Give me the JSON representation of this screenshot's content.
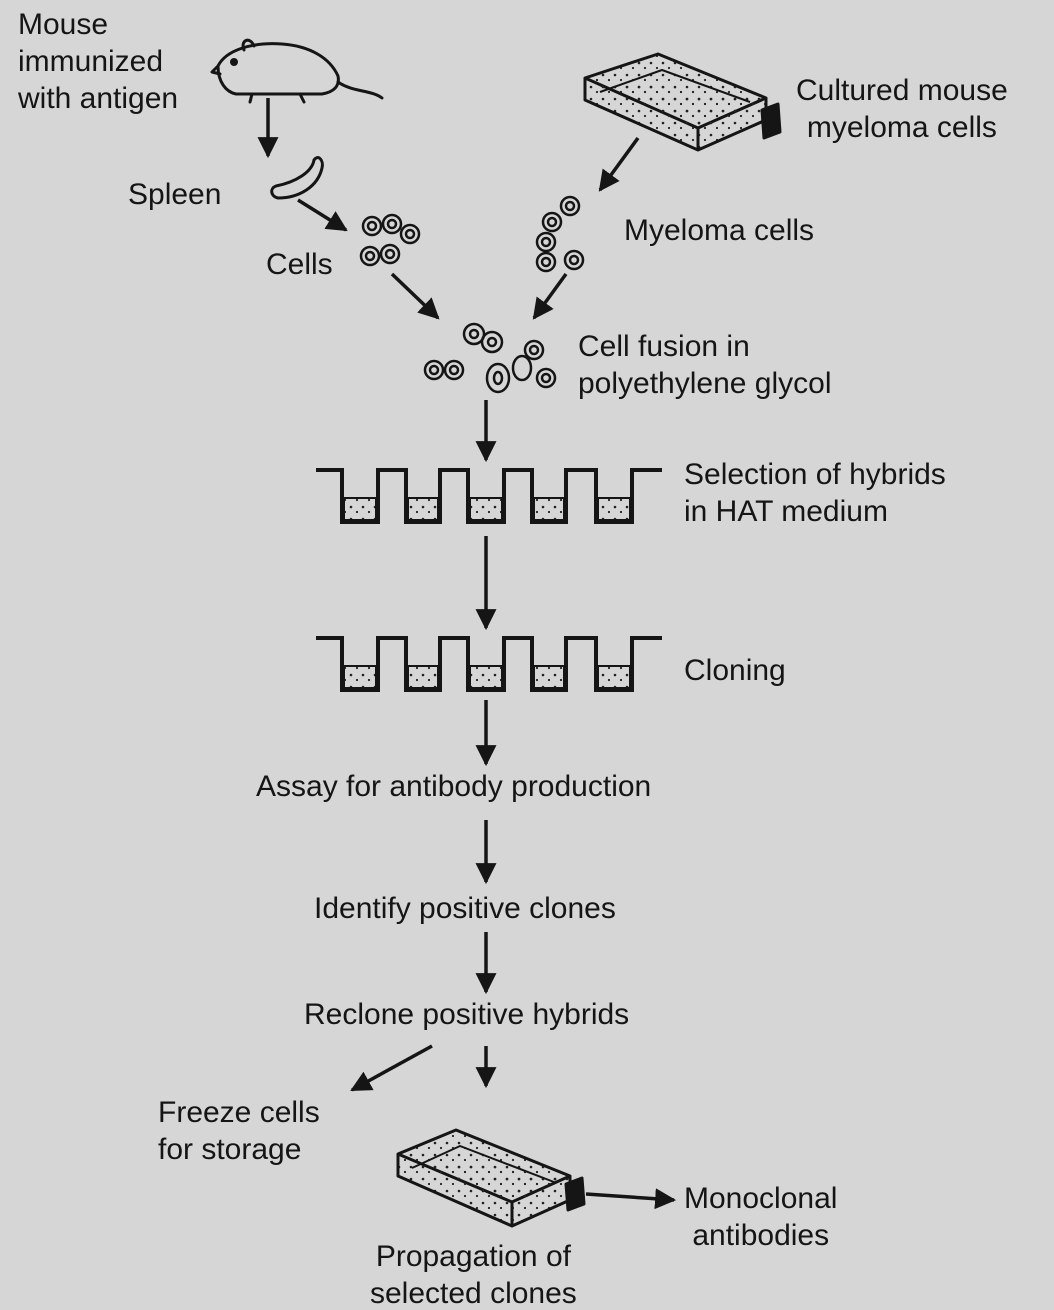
{
  "labels": {
    "mouse": [
      "Mouse",
      "immunized",
      "with antigen"
    ],
    "cultured": [
      "Cultured mouse",
      "myeloma cells"
    ],
    "spleen": "Spleen",
    "cells": "Cells",
    "myeloma": "Myeloma cells",
    "fusion": [
      "Cell fusion in",
      "polyethylene glycol"
    ],
    "selection": [
      "Selection of hybrids",
      "in HAT medium"
    ],
    "cloning": "Cloning",
    "assay": "Assay for antibody production",
    "identify": "Identify positive clones",
    "reclone": "Reclone positive hybrids",
    "freeze": [
      "Freeze cells",
      "for storage"
    ],
    "monoclonal": [
      "Monoclonal",
      "antibodies"
    ],
    "propagation": [
      "Propagation of",
      "selected clones"
    ]
  },
  "colors": {
    "paper": "#d6d6d6",
    "ink": "#151515",
    "bleed_text": "#c3c3c3"
  }
}
